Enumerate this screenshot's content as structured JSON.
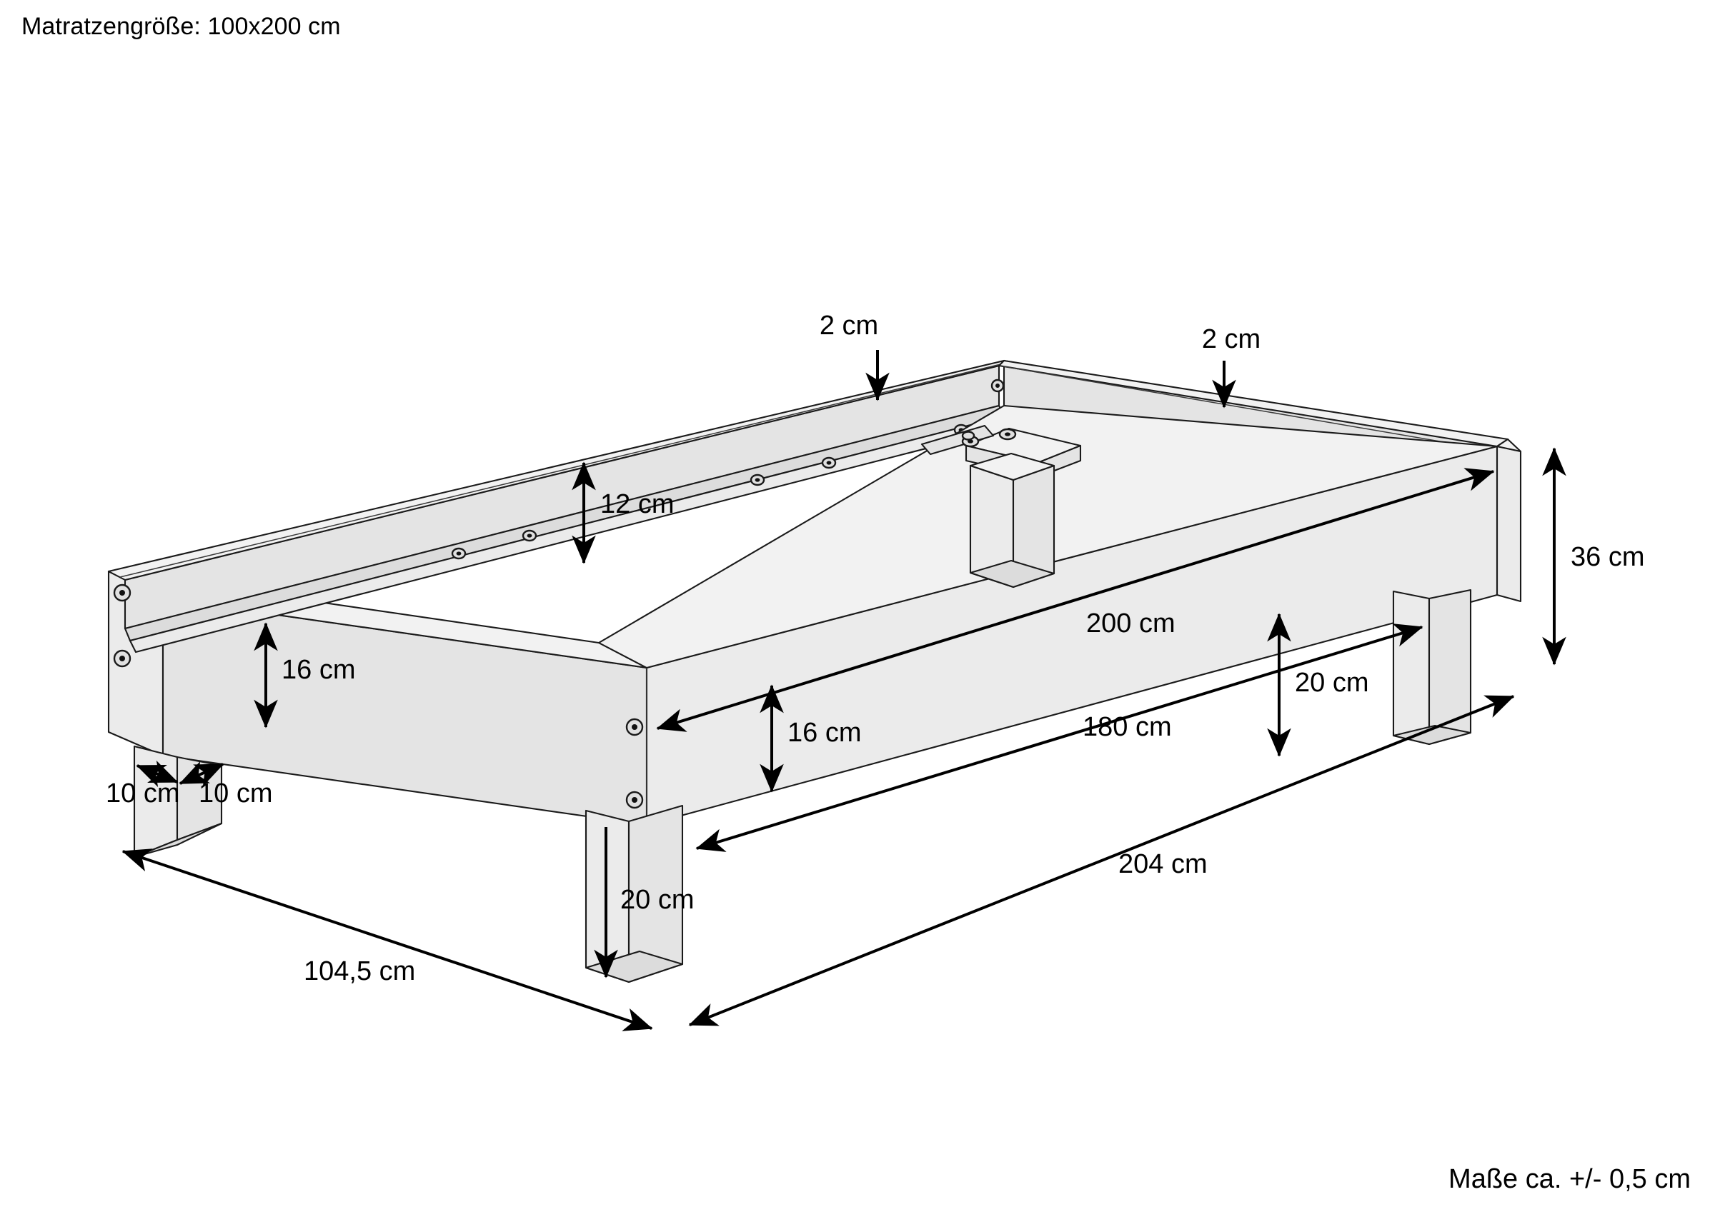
{
  "header": {
    "mattress_note": "Matratzengröße: 100x200 cm"
  },
  "footer": {
    "tolerance_note": "Maße ca. +/- 0,5 cm"
  },
  "dimensions": {
    "top_rail_left": "2 cm",
    "top_rail_right": "2 cm",
    "side_panel_inner_height": "12 cm",
    "foot_panel_height_left": "16 cm",
    "foot_panel_height_front": "16 cm",
    "leg_width_left": "10 cm",
    "leg_width_right": "10 cm",
    "mattress_length": "200 cm",
    "inner_length": "180 cm",
    "leg_height_front": "20 cm",
    "leg_height_right": "20 cm",
    "total_height": "36 cm",
    "total_width": "104,5 cm",
    "total_length": "204 cm"
  },
  "chart_data": {
    "type": "diagram",
    "title": "Matratzengröße: 100x200 cm",
    "subject": "Bettgestell / bed frame isometric dimension drawing",
    "annotations": [
      {
        "label": "2 cm",
        "measures": "top rail board thickness (left side rail)"
      },
      {
        "label": "2 cm",
        "measures": "top rail board thickness (right side rail)"
      },
      {
        "label": "12 cm",
        "measures": "inner side panel height above slat ledge"
      },
      {
        "label": "16 cm",
        "measures": "head/foot panel height (left end)"
      },
      {
        "label": "16 cm",
        "measures": "front side panel height"
      },
      {
        "label": "10 cm",
        "measures": "leg width, front face"
      },
      {
        "label": "10 cm",
        "measures": "leg depth, side face"
      },
      {
        "label": "200 cm",
        "measures": "mattress length inside frame"
      },
      {
        "label": "180 cm",
        "measures": "clear inner length between legs"
      },
      {
        "label": "20 cm",
        "measures": "leg height, front leg"
      },
      {
        "label": "20 cm",
        "measures": "leg height, right leg"
      },
      {
        "label": "36 cm",
        "measures": "total frame height from floor to top edge"
      },
      {
        "label": "104,5 cm",
        "measures": "total outer width of bed frame"
      },
      {
        "label": "204 cm",
        "measures": "total outer length of bed frame"
      }
    ],
    "tolerance": "Maße ca. +/- 0,5 cm"
  }
}
